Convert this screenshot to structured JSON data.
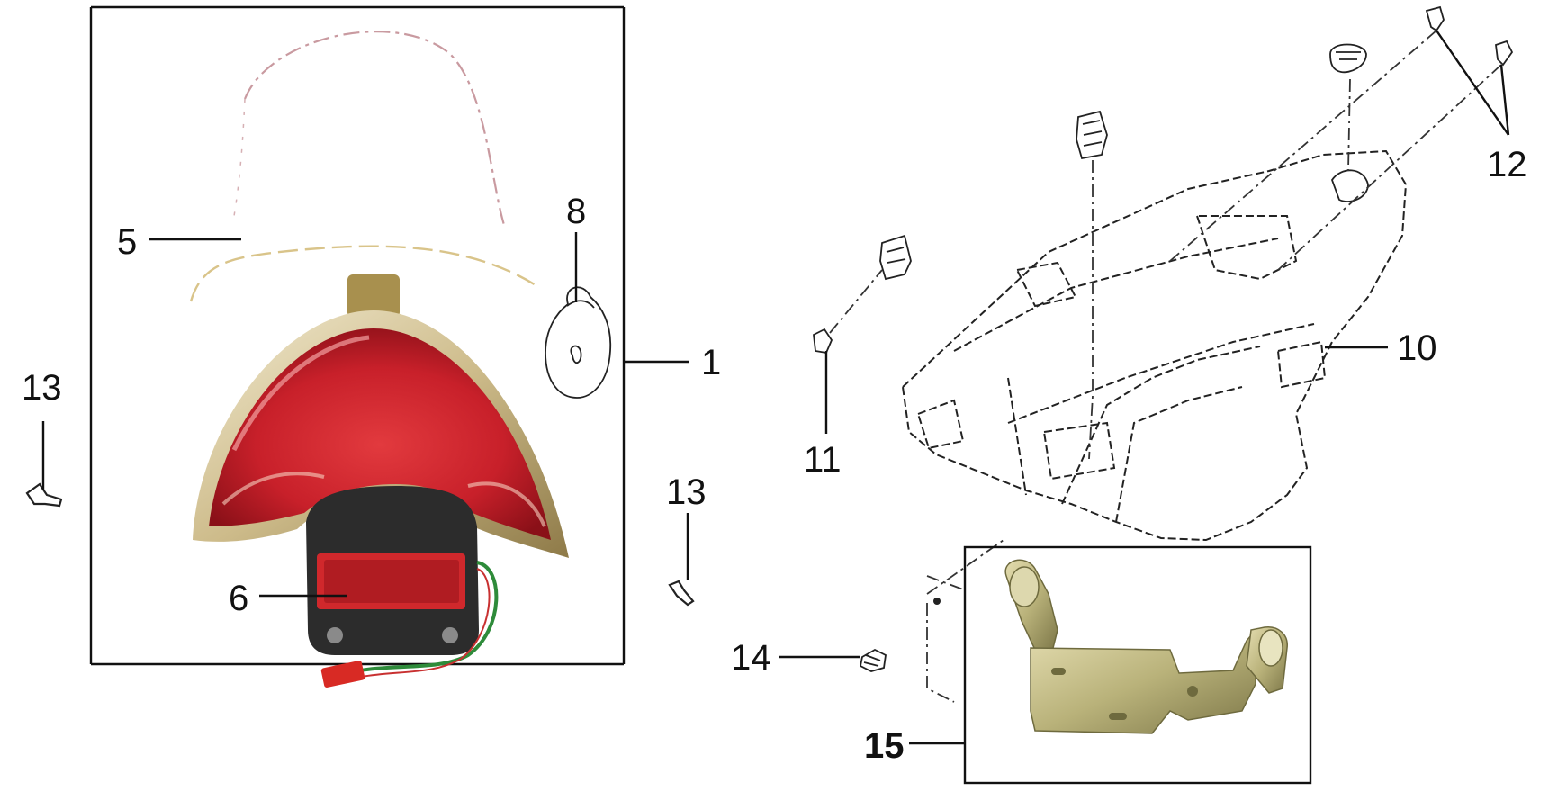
{
  "callouts": {
    "c1": "1",
    "c5": "5",
    "c6": "6",
    "c8": "8",
    "c10": "10",
    "c11": "11",
    "c12": "12",
    "c13_left": "13",
    "c13_right": "13",
    "c14": "14",
    "c15": "15"
  },
  "colors": {
    "lens_red": "#c8202a",
    "lens_dark": "#8a1018",
    "chrome": "#d8c9a0",
    "housing": "#2c2c2c",
    "bracket": "#b9b27a",
    "wire_green": "#2e8b3a",
    "connector": "#d82a24"
  }
}
